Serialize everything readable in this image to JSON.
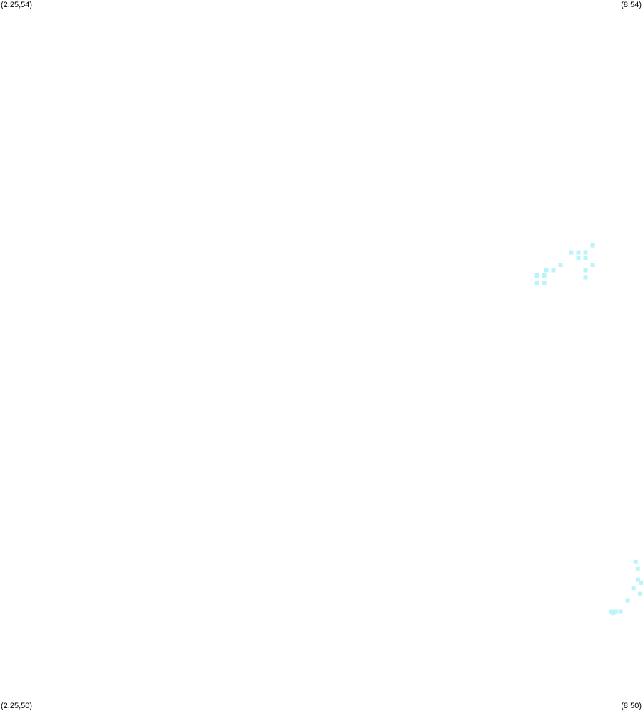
{
  "chart_data": {
    "type": "scatter",
    "title": "",
    "xlabel": "",
    "ylabel": "",
    "xlim": [
      2.25,
      8
    ],
    "ylim": [
      50,
      54
    ],
    "grid": false,
    "legend": "none",
    "marker_color": "#b8f4fa",
    "marker_shape": "square",
    "corner_labels": {
      "top_left": "(2.25,54)",
      "top_right": "(8,54)",
      "bottom_left": "(2.25,50)",
      "bottom_right": "(8,50)"
    },
    "series": [
      {
        "points": [
          [
            7.051,
            52.45
          ],
          [
            7.051,
            52.41
          ],
          [
            7.115,
            52.41
          ],
          [
            7.115,
            52.45
          ],
          [
            7.134,
            52.48
          ],
          [
            7.198,
            52.48
          ],
          [
            7.262,
            52.51
          ],
          [
            7.358,
            52.58
          ],
          [
            7.422,
            52.58
          ],
          [
            7.422,
            52.55
          ],
          [
            7.486,
            52.55
          ],
          [
            7.486,
            52.58
          ],
          [
            7.55,
            52.62
          ],
          [
            7.55,
            52.51
          ],
          [
            7.486,
            52.44
          ],
          [
            7.486,
            52.48
          ]
        ]
      },
      {
        "points": [
          [
            7.934,
            50.84
          ],
          [
            7.954,
            50.8
          ],
          [
            7.954,
            50.74
          ],
          [
            8.03,
            50.72
          ],
          [
            7.974,
            50.66
          ],
          [
            7.915,
            50.69
          ],
          [
            7.863,
            50.62
          ],
          [
            7.799,
            50.56
          ],
          [
            7.755,
            50.56
          ],
          [
            7.733,
            50.55
          ],
          [
            7.716,
            50.56
          ]
        ]
      }
    ]
  }
}
